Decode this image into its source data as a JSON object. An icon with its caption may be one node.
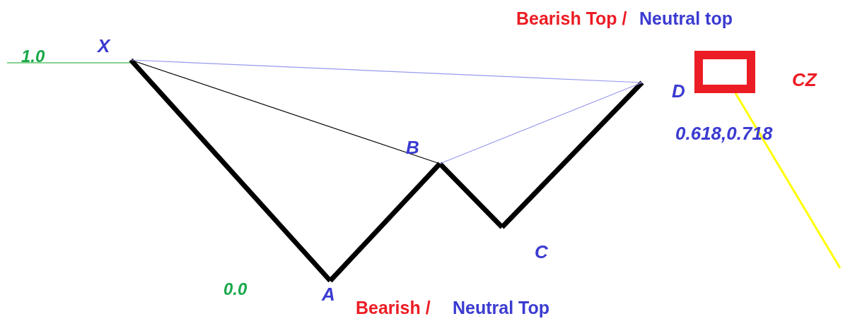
{
  "diagram": {
    "nodes": [
      {
        "text": [
          "X"
        ]
      },
      {
        "text": [
          "A"
        ]
      },
      {
        "text": [
          "B"
        ]
      },
      {
        "text": [
          "C"
        ]
      },
      {
        "text": [
          "D"
        ]
      },
      {
        "text": [],
        "shape": "box",
        "beside": [
          "CZ"
        ]
      }
    ],
    "edges": [
      {
        "from": 0,
        "to": 1,
        "arrow": "none",
        "style": "thick"
      },
      {
        "from": 1,
        "to": 2,
        "arrow": "none",
        "style": "thick"
      },
      {
        "from": 2,
        "to": 3,
        "arrow": "none",
        "style": "thick"
      },
      {
        "from": 3,
        "to": 4,
        "arrow": "none",
        "style": "thick"
      },
      {
        "from": 0,
        "to": 2,
        "arrow": "none"
      },
      {
        "from": 0,
        "to": 4,
        "arrow": "none",
        "color": "#9999ee"
      },
      {
        "from": 2,
        "to": 4,
        "arrow": "none",
        "color": "#9999ee"
      },
      {
        "from": 5,
        "to": null,
        "arrow": "none",
        "color": "#ffff00"
      }
    ],
    "labels": [
      "Bearish Top /",
      "Neutral top",
      "1.0",
      "0.618,0.718",
      "0.0",
      "Bearish /",
      "Neutral Top"
    ]
  }
}
